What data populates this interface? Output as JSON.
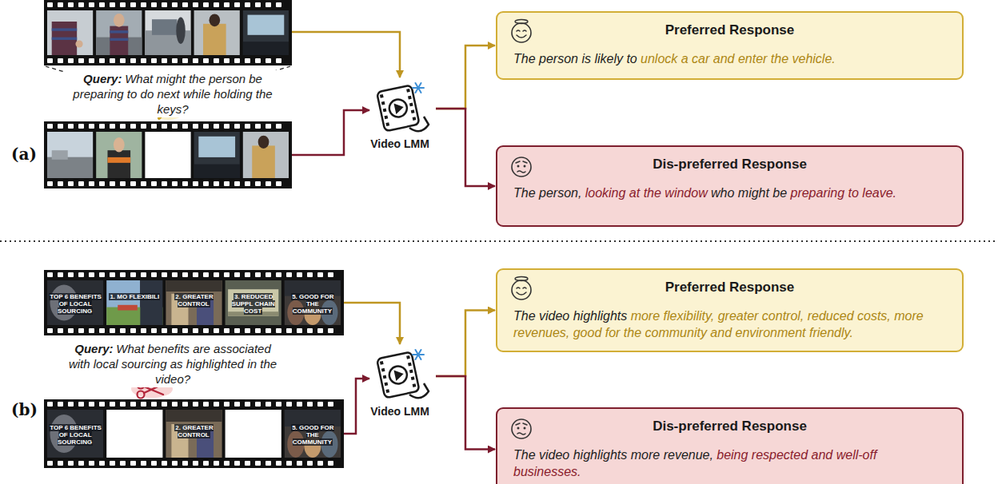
{
  "diagram": {
    "nodes": [
      {
        "text": [
          "Video LMM"
        ]
      },
      {
        "text": [
          "Preferred Response",
          "The person is likely to",
          "unlock a car and enter the vehicle."
        ]
      },
      {
        "text": [
          "Dis-preferred Response",
          "The person,",
          "looking at the window",
          "who might be",
          "preparing to leave."
        ]
      },
      {
        "text": [
          "Video LMM"
        ]
      },
      {
        "text": [
          "Preferred Response",
          "The video highlights",
          "more flexibility, greater control, reduced costs, more revenues, good for the community and environment friendly."
        ]
      },
      {
        "text": [
          "Dis-preferred Response",
          "The video highlights more revenue,",
          "being respected and well-off businesses."
        ]
      }
    ],
    "edges": [
      {
        "from": 0,
        "to": 1,
        "arrow": "to"
      },
      {
        "from": 0,
        "to": 2,
        "arrow": "to"
      },
      {
        "from": 3,
        "to": 4,
        "arrow": "to"
      },
      {
        "from": 3,
        "to": 5,
        "arrow": "to"
      }
    ],
    "labels": [
      "(a)",
      "Query:",
      "What might the person be preparing to do next while holding the keys?",
      "TOP 6 BENEFITS OF LOCAL SOURCING",
      "1. MO FLEXIBILI",
      "2. GREATER CONTROL",
      "3. REDUCED SUPPL CHAIN COST",
      "5. GOOD FOR THE COMMUNITY",
      "(b)",
      "Query:",
      "What benefits are associated with local sourcing as highlighted in the video?",
      "TOP 6 BENEFITS OF LOCAL SOURCING",
      "2. GREATER CONTROL",
      "5. GOOD FOR THE COMMUNITY"
    ]
  }
}
